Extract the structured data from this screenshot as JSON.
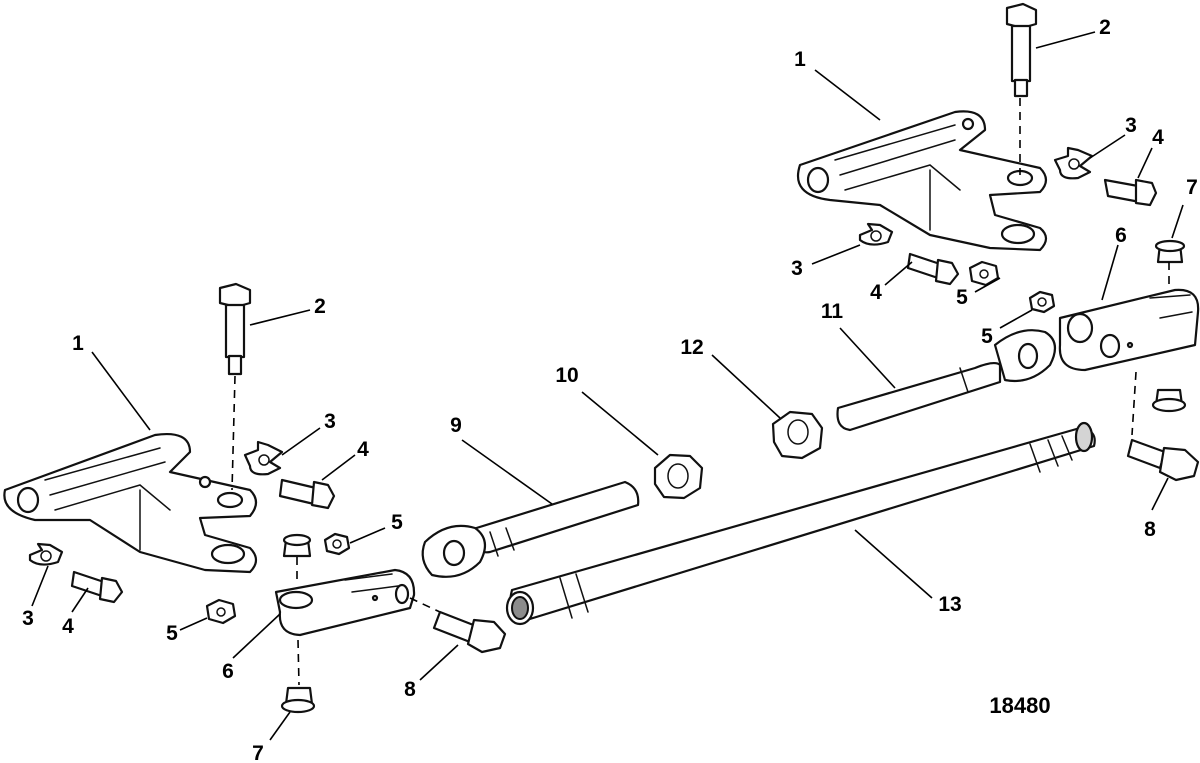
{
  "figure_number": "18480",
  "callouts": [
    {
      "label": "1"
    },
    {
      "label": "2"
    },
    {
      "label": "3"
    },
    {
      "label": "4"
    },
    {
      "label": "3"
    },
    {
      "label": "4"
    },
    {
      "label": "5"
    },
    {
      "label": "6"
    },
    {
      "label": "7"
    },
    {
      "label": "5"
    },
    {
      "label": "7"
    },
    {
      "label": "8"
    },
    {
      "label": "11"
    },
    {
      "label": "12"
    },
    {
      "label": "1"
    },
    {
      "label": "2"
    },
    {
      "label": "3"
    },
    {
      "label": "4"
    },
    {
      "label": "5"
    },
    {
      "label": "3"
    },
    {
      "label": "4"
    },
    {
      "label": "5"
    },
    {
      "label": "6"
    },
    {
      "label": "7"
    },
    {
      "label": "8"
    },
    {
      "label": "9"
    },
    {
      "label": "10"
    },
    {
      "label": "13"
    }
  ]
}
